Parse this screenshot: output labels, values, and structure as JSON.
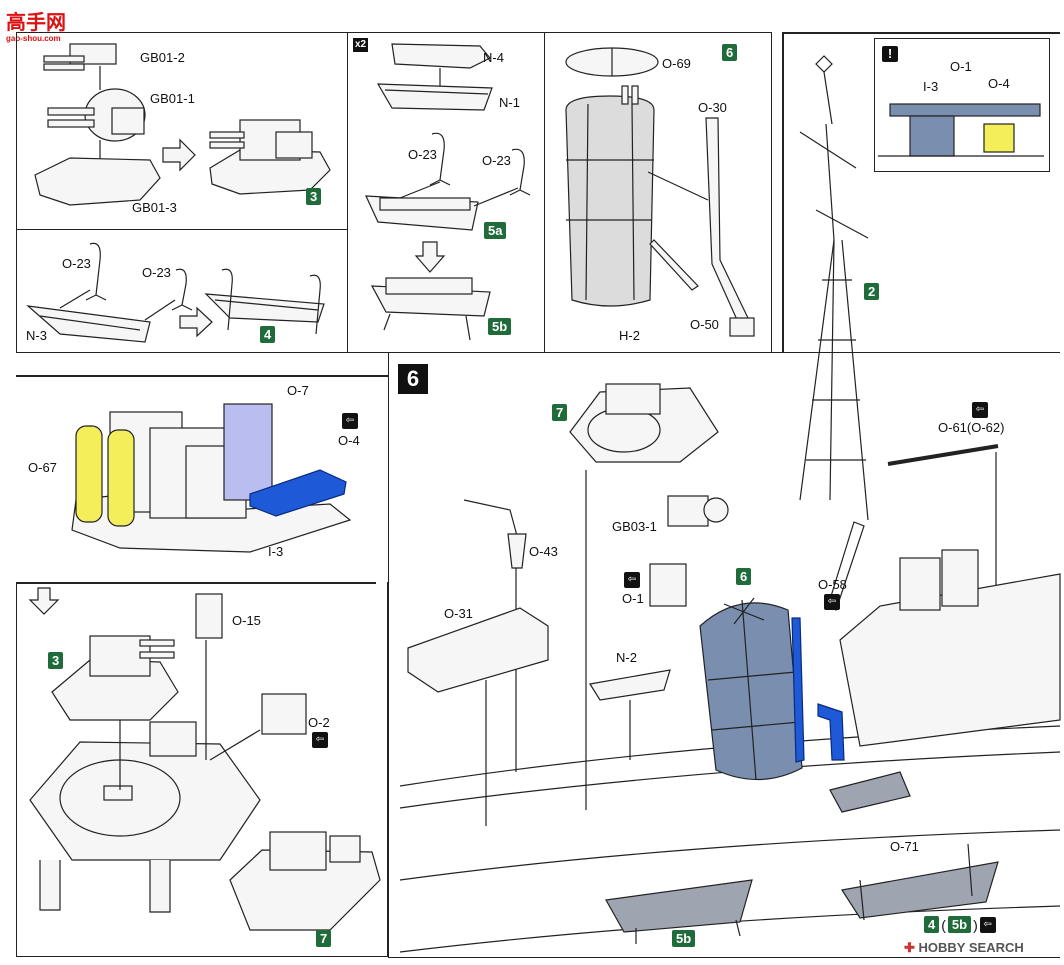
{
  "logo": {
    "brand": "高手网",
    "site": "gao-shou.com"
  },
  "watermark": {
    "text": "HOBBY SEARCH"
  },
  "step3": {
    "badge": "3",
    "parts": {
      "gb01_2": "GB01-2",
      "gb01_1": "GB01-1",
      "gb01_3": "GB01-3"
    }
  },
  "step4": {
    "badge": "4",
    "parts": {
      "o23a": "O-23",
      "o23b": "O-23",
      "n3": "N-3"
    }
  },
  "step5": {
    "multiplier": "x2",
    "badge_a": "5a",
    "badge_b": "5b",
    "parts": {
      "n4": "N-4",
      "n1": "N-1",
      "o23a": "O-23",
      "o23b": "O-23"
    }
  },
  "step6_funnel": {
    "badge": "6",
    "parts": {
      "o69": "O-69",
      "o30": "O-30",
      "o50": "O-50",
      "h2": "H-2"
    }
  },
  "step2_mast": {
    "badge": "2"
  },
  "note_panel": {
    "warn_icon": "!",
    "parts": {
      "i3": "I-3",
      "o1": "O-1",
      "o4": "O-4"
    }
  },
  "superstructure": {
    "parts": {
      "o7": "O-7",
      "o4": "O-4",
      "o67": "O-67",
      "i3": "I-3"
    }
  },
  "step3_assembly": {
    "badge_3": "3",
    "badge_7": "7",
    "parts": {
      "o15": "O-15",
      "o2": "O-2"
    }
  },
  "main_step": {
    "number": "6",
    "badge_7": "7",
    "badge_6": "6",
    "badge_2": "2",
    "badge_5b": "5b",
    "tail_badge_4": "4",
    "tail_paren_open": "(",
    "tail_badge_5b": "5b",
    "tail_paren_close": ")",
    "parts": {
      "gb03_1": "GB03-1",
      "o43": "O-43",
      "o1": "O-1",
      "o31": "O-31",
      "n2": "N-2",
      "o58": "O-58",
      "o61": "O-61(O-62)",
      "o71": "O-71"
    }
  },
  "colors": {
    "badge_green": "#1f6b3a",
    "part_yellow": "#f3ee5a",
    "part_blue": "#1e5ad8",
    "hull_gray": "#7a8fb0"
  }
}
